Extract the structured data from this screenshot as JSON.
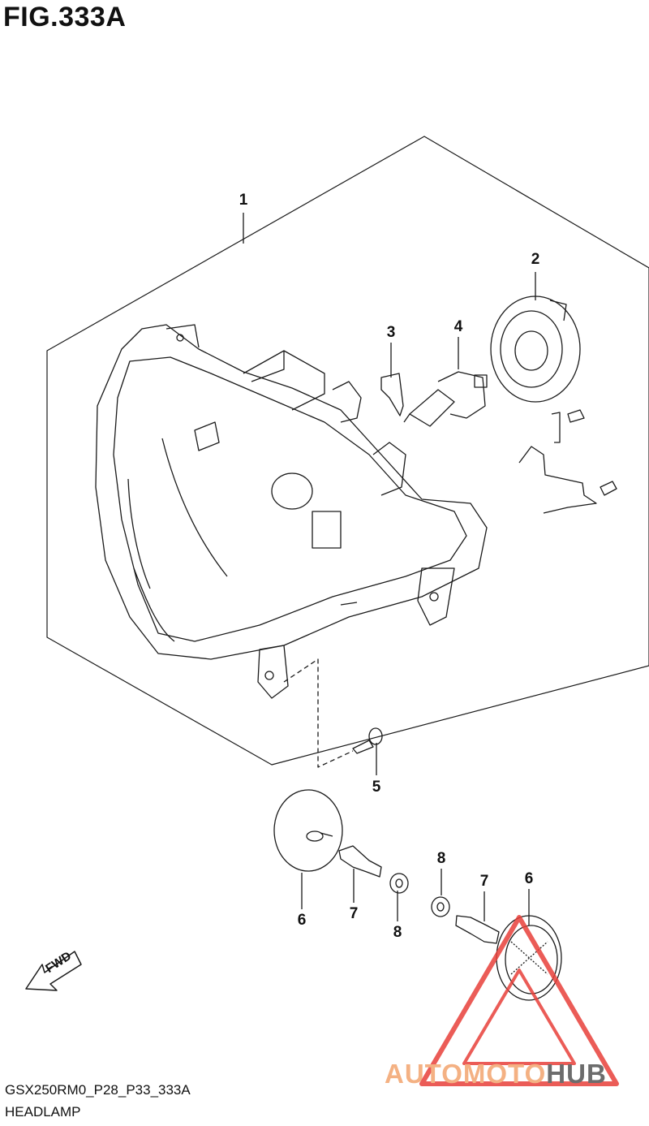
{
  "figure": {
    "title": "FIG.333A",
    "code": "GSX250RM0_P28_P33_333A",
    "name": "HEADLAMP"
  },
  "callouts": {
    "c1": "1",
    "c2": "2",
    "c3": "3",
    "c4": "4",
    "c5": "5",
    "c6a": "6",
    "c7a": "7",
    "c8a": "8",
    "c8b": "8",
    "c7b": "7",
    "c6b": "6"
  },
  "fwd": "FWD",
  "watermark": {
    "part1": "AUTOMOTO",
    "part2": "HUB"
  },
  "colors": {
    "line": "#1a1a1a",
    "watermark_triangle": "#e8403a",
    "watermark_text_accent": "#f4b183",
    "watermark_text_dark": "#6c6c6c"
  }
}
